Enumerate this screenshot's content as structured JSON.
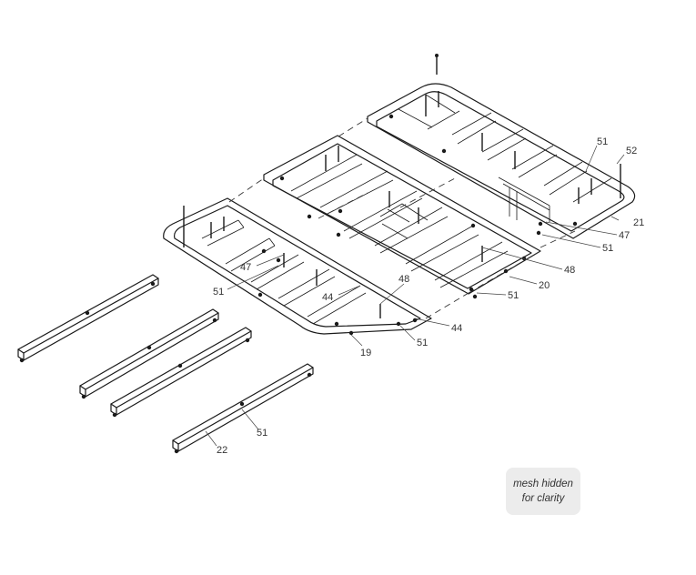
{
  "callouts": [
    "51",
    "52",
    "21",
    "47",
    "51",
    "48",
    "20",
    "51",
    "47",
    "51",
    "48",
    "44",
    "44",
    "51",
    "19",
    "51",
    "22"
  ],
  "note": {
    "line1": "mesh hidden",
    "line2": "for clarity"
  }
}
